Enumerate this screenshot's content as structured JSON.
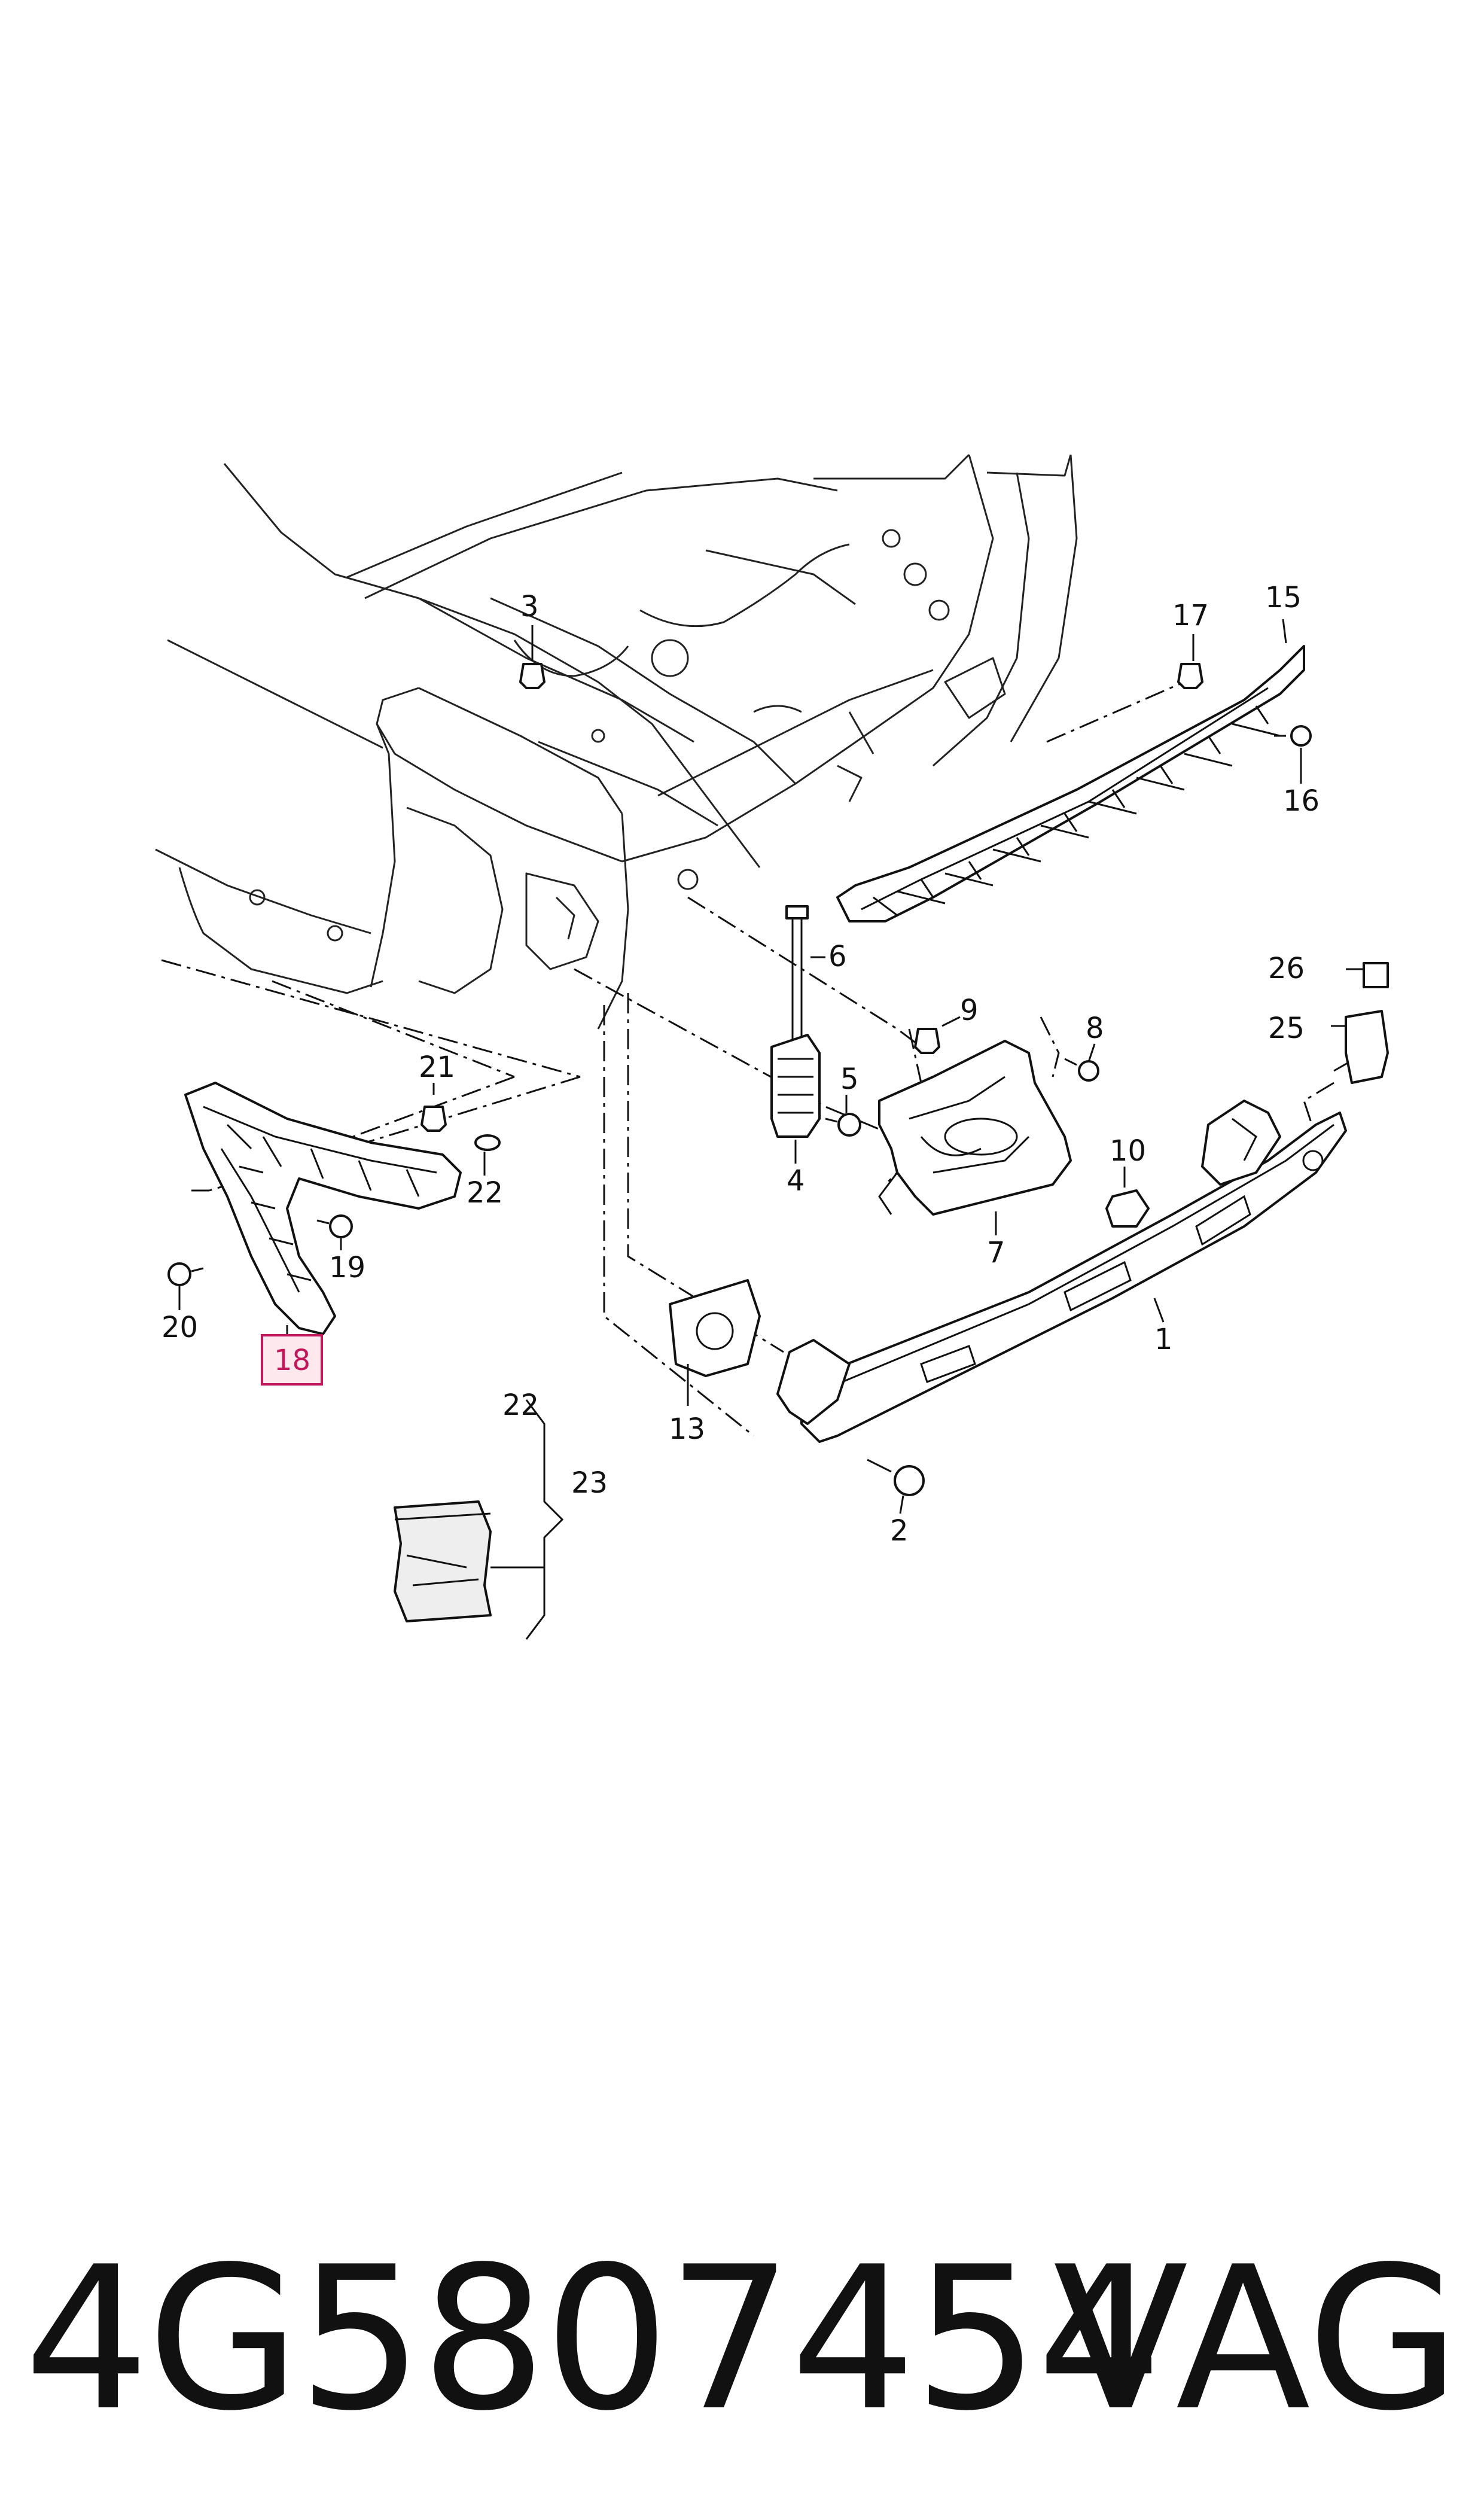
{
  "diagram": {
    "callouts": [
      {
        "id": "1",
        "label": "1"
      },
      {
        "id": "2",
        "label": "2"
      },
      {
        "id": "3",
        "label": "3"
      },
      {
        "id": "4",
        "label": "4"
      },
      {
        "id": "5",
        "label": "5"
      },
      {
        "id": "6",
        "label": "6"
      },
      {
        "id": "7",
        "label": "7"
      },
      {
        "id": "8",
        "label": "8"
      },
      {
        "id": "9",
        "label": "9"
      },
      {
        "id": "10",
        "label": "10"
      },
      {
        "id": "13",
        "label": "13"
      },
      {
        "id": "15",
        "label": "15"
      },
      {
        "id": "16",
        "label": "16"
      },
      {
        "id": "17",
        "label": "17"
      },
      {
        "id": "18",
        "label": "18",
        "highlighted": true
      },
      {
        "id": "19",
        "label": "19"
      },
      {
        "id": "20",
        "label": "20"
      },
      {
        "id": "21",
        "label": "21"
      },
      {
        "id": "22a",
        "label": "22"
      },
      {
        "id": "22b",
        "label": "22"
      },
      {
        "id": "23",
        "label": "23"
      },
      {
        "id": "25",
        "label": "25"
      },
      {
        "id": "26",
        "label": "26"
      }
    ],
    "highlight_color": "#c2185b"
  },
  "footer": {
    "part_number": "4G5807454",
    "brand": "VAG"
  }
}
